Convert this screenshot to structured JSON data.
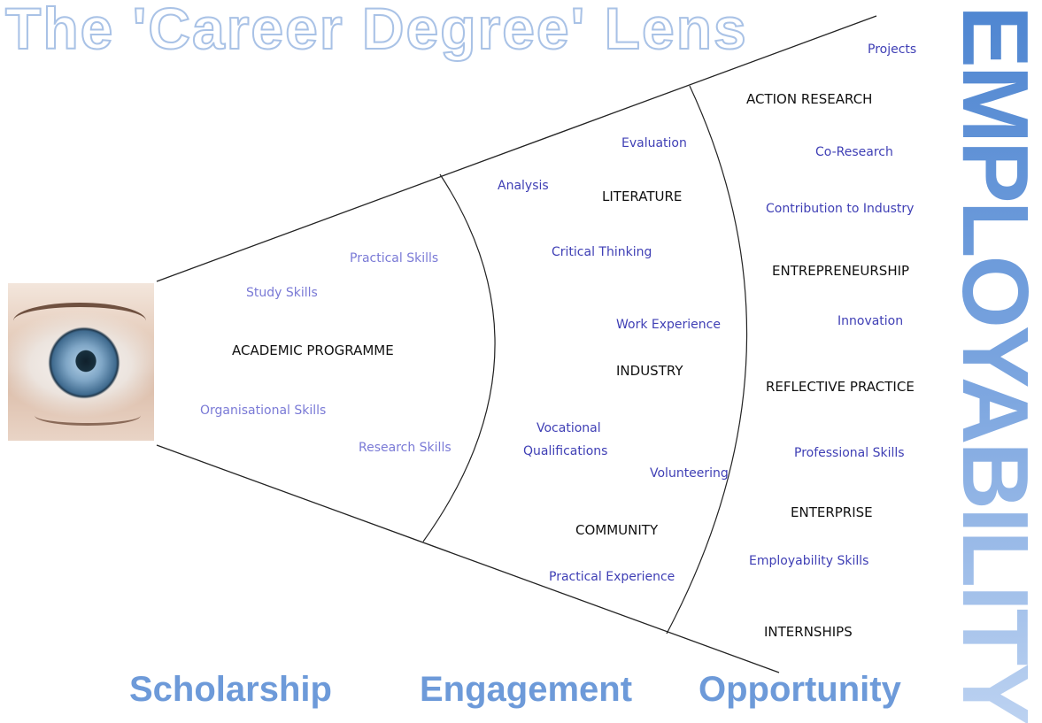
{
  "title": "The 'Career Degree' Lens",
  "vertical_word": "EMPLOYABILITY",
  "bottom_words": [
    "Scholarship",
    "Engagement",
    "Opportunity"
  ],
  "zone_headings": {
    "academic_programme": "ACADEMIC PROGRAMME",
    "literature": "LITERATURE",
    "industry": "INDUSTRY",
    "community": "COMMUNITY",
    "action_research": "ACTION RESEARCH",
    "entrepreneurship": "ENTREPRENEURSHIP",
    "reflective_practice": "REFLECTIVE PRACTICE",
    "enterprise": "ENTERPRISE",
    "internships": "INTERNSHIPS"
  },
  "academic_skills": {
    "practical": "Practical Skills",
    "study": "Study Skills",
    "organisational": "Organisational Skills",
    "research": "Research Skills"
  },
  "middle_items": {
    "evaluation": "Evaluation",
    "analysis": "Analysis",
    "critical_thinking": "Critical Thinking",
    "work_experience": "Work Experience",
    "vocational_1": "Vocational",
    "vocational_2": "Qualifications",
    "volunteering": "Volunteering",
    "practical_experience": "Practical Experience"
  },
  "outer_items": {
    "projects": "Projects",
    "co_research": "Co-Research",
    "contribution": "Contribution to Industry",
    "innovation": "Innovation",
    "professional_skills": "Professional Skills",
    "employability_skills": "Employability Skills"
  },
  "colors": {
    "heading_text": "#111111",
    "item_text": "#3f3fb5",
    "light_item_text": "#7a7ad6",
    "accent_blue": "#6d9ad9"
  }
}
